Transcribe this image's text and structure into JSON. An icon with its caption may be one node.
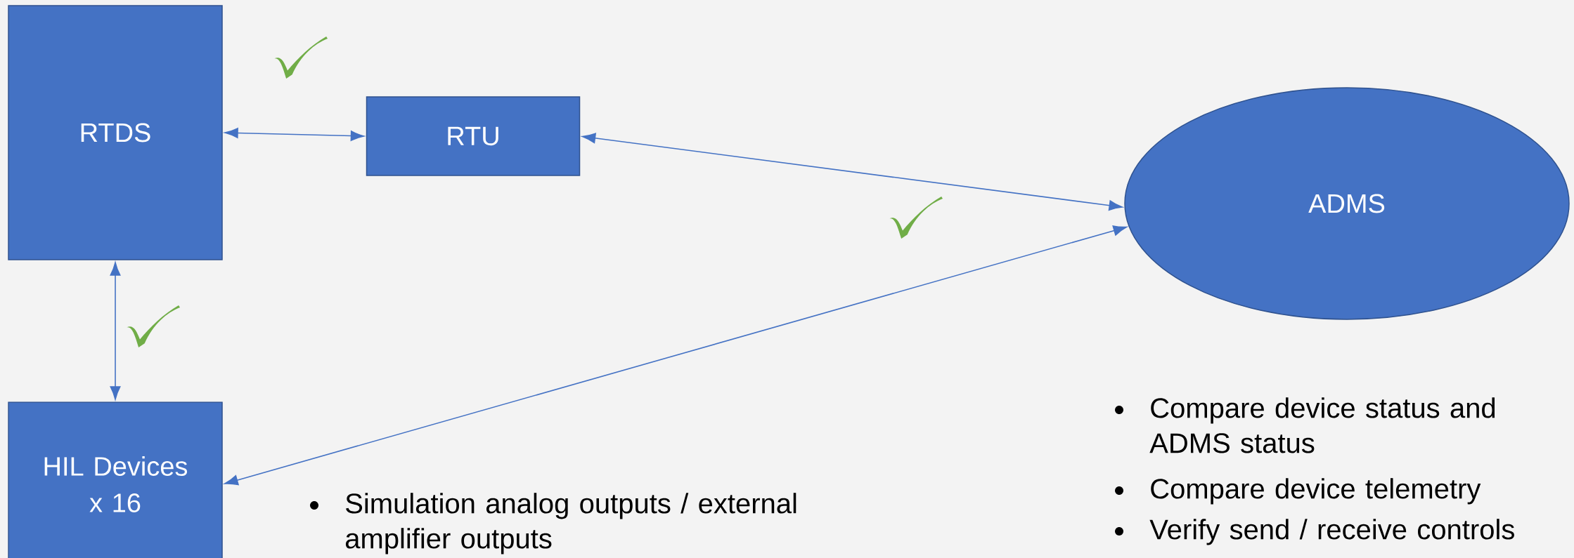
{
  "diagram": {
    "nodes": [
      {
        "text": [
          "RTDS"
        ]
      },
      {
        "text": [
          "RTU"
        ]
      },
      {
        "text": [
          "ADMS"
        ]
      },
      {
        "text": [
          "HIL Devices x 16"
        ]
      }
    ],
    "edges": [
      {
        "from": 0,
        "to": 1,
        "arrow": "both"
      },
      {
        "from": 1,
        "to": 2,
        "arrow": "both"
      },
      {
        "from": 3,
        "to": 2,
        "arrow": "both"
      },
      {
        "from": 0,
        "to": 3,
        "arrow": "both"
      }
    ],
    "labels": [
      "Simulation analog outputs / external amplifier outputs",
      "Compare device status and ADMS status",
      "Compare device telemetry",
      "Verify send / receive controls"
    ]
  }
}
